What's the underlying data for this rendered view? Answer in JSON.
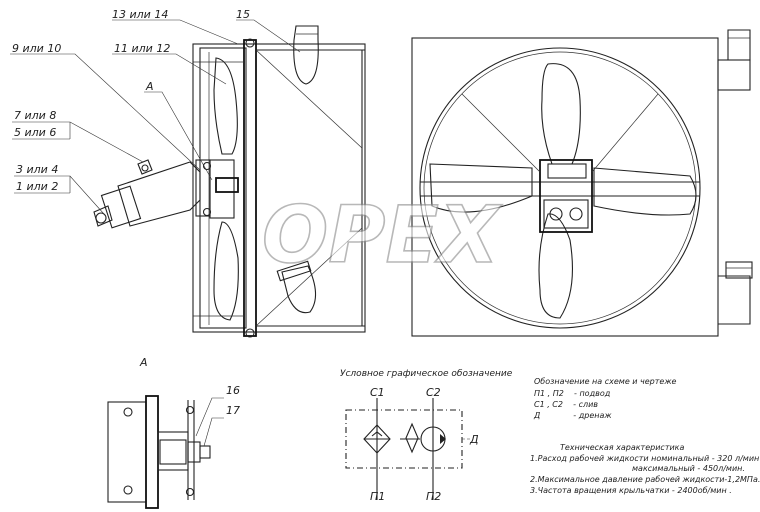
{
  "callouts": {
    "c13_14": "13 или 14",
    "c15": "15",
    "c9_10": "9 или 10",
    "c11_12": "11 или 12",
    "cA": "А",
    "c7_8": "7 или 8",
    "c5_6": "5 или 6",
    "c3_4": "3 или 4",
    "c1_2": "1 или 2",
    "c16": "16",
    "c17": "17"
  },
  "detail_view_label": "А",
  "watermark": "OPEX",
  "symbol": {
    "title": "Условное графическое обозначение",
    "c1": "С1",
    "c2": "С2",
    "p1": "П1",
    "p2": "П2",
    "d": "Д"
  },
  "legend": {
    "title": "Обозначение на схеме и чертеже",
    "rows": [
      "П1 , П2    - подвод",
      "С1 , С2    - слив",
      "Д             - дренаж"
    ]
  },
  "specs": {
    "title": "Техническая характеристика",
    "lines": [
      "1.Расход рабочей жидкости номинальный - 320 л/мин",
      "максимальный - 450л/мин.",
      "2.Максимальное давление рабочей жидкости-1,2МПа.",
      "3.Частота вращения крыльчатки - 2400об/мин ."
    ]
  }
}
